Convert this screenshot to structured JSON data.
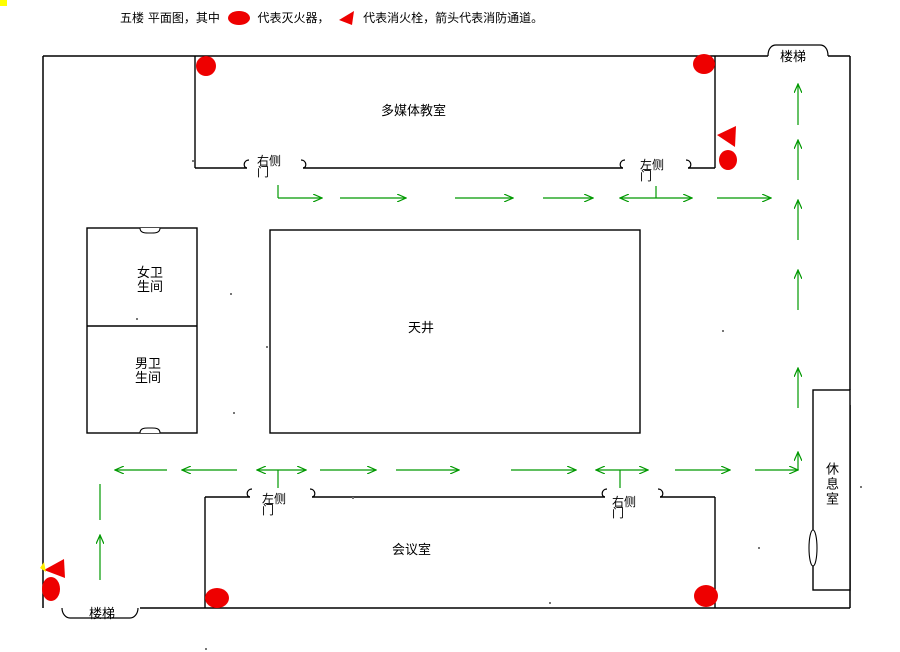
{
  "legend": {
    "title": "五楼 平面图，其中",
    "ext_text": "代表灭火器，",
    "hyd_text": "代表消火栓，箭头代表消防通道。"
  },
  "rooms": {
    "multimedia": "多媒体教室",
    "atrium": "天井",
    "meeting": "会议室",
    "lounge": "休息室",
    "stairs_top": "楼梯",
    "stairs_bottom": "楼梯",
    "womens_top": "女卫",
    "womens_bottom": "生间",
    "mens_top": "男卫",
    "mens_bottom": "生间"
  },
  "doors": {
    "right_side_a": "右侧",
    "right_side_b": "门",
    "left_side_a": "左侧",
    "left_side_b": "门",
    "left_side2_a": "左侧",
    "left_side2_b": "门",
    "right_side2_a": "右侧",
    "right_side2_b": "门"
  },
  "colors": {
    "wall": "#000000",
    "extinguisher": "#ee0000",
    "arrow": "#009900",
    "hydrant": "#ee0000",
    "marker": "#ffff00"
  }
}
